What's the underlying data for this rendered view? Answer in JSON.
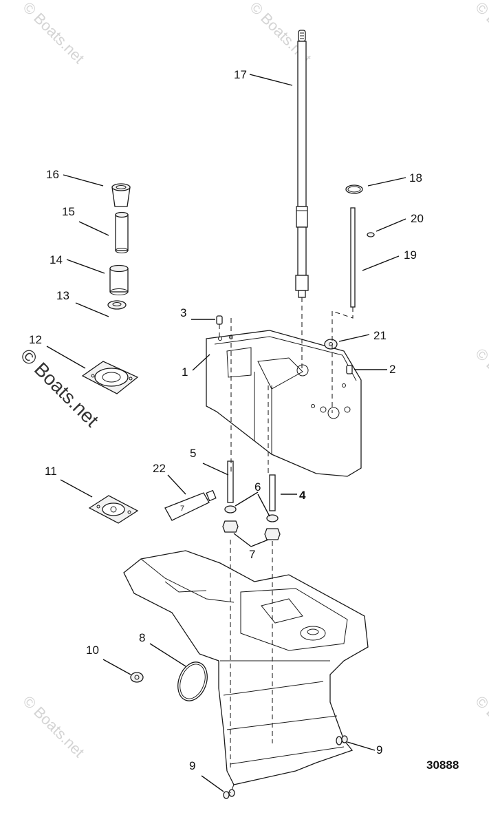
{
  "watermark": {
    "text": "© Boats.net"
  },
  "reference_number": "30888",
  "callouts": [
    {
      "id": "c1",
      "label": "1"
    },
    {
      "id": "c2",
      "label": "2"
    },
    {
      "id": "c3",
      "label": "3"
    },
    {
      "id": "c4",
      "label": "4"
    },
    {
      "id": "c5",
      "label": "5"
    },
    {
      "id": "c6",
      "label": "6"
    },
    {
      "id": "c7",
      "label": "7"
    },
    {
      "id": "c8",
      "label": "8"
    },
    {
      "id": "c9a",
      "label": "9"
    },
    {
      "id": "c9b",
      "label": "9"
    },
    {
      "id": "c10",
      "label": "10"
    },
    {
      "id": "c11",
      "label": "11"
    },
    {
      "id": "c12",
      "label": "12"
    },
    {
      "id": "c13",
      "label": "13"
    },
    {
      "id": "c14",
      "label": "14"
    },
    {
      "id": "c15",
      "label": "15"
    },
    {
      "id": "c16",
      "label": "16"
    },
    {
      "id": "c17",
      "label": "17"
    },
    {
      "id": "c18",
      "label": "18"
    },
    {
      "id": "c19",
      "label": "19"
    },
    {
      "id": "c20",
      "label": "20"
    },
    {
      "id": "c21",
      "label": "21"
    },
    {
      "id": "c22",
      "label": "22"
    }
  ]
}
